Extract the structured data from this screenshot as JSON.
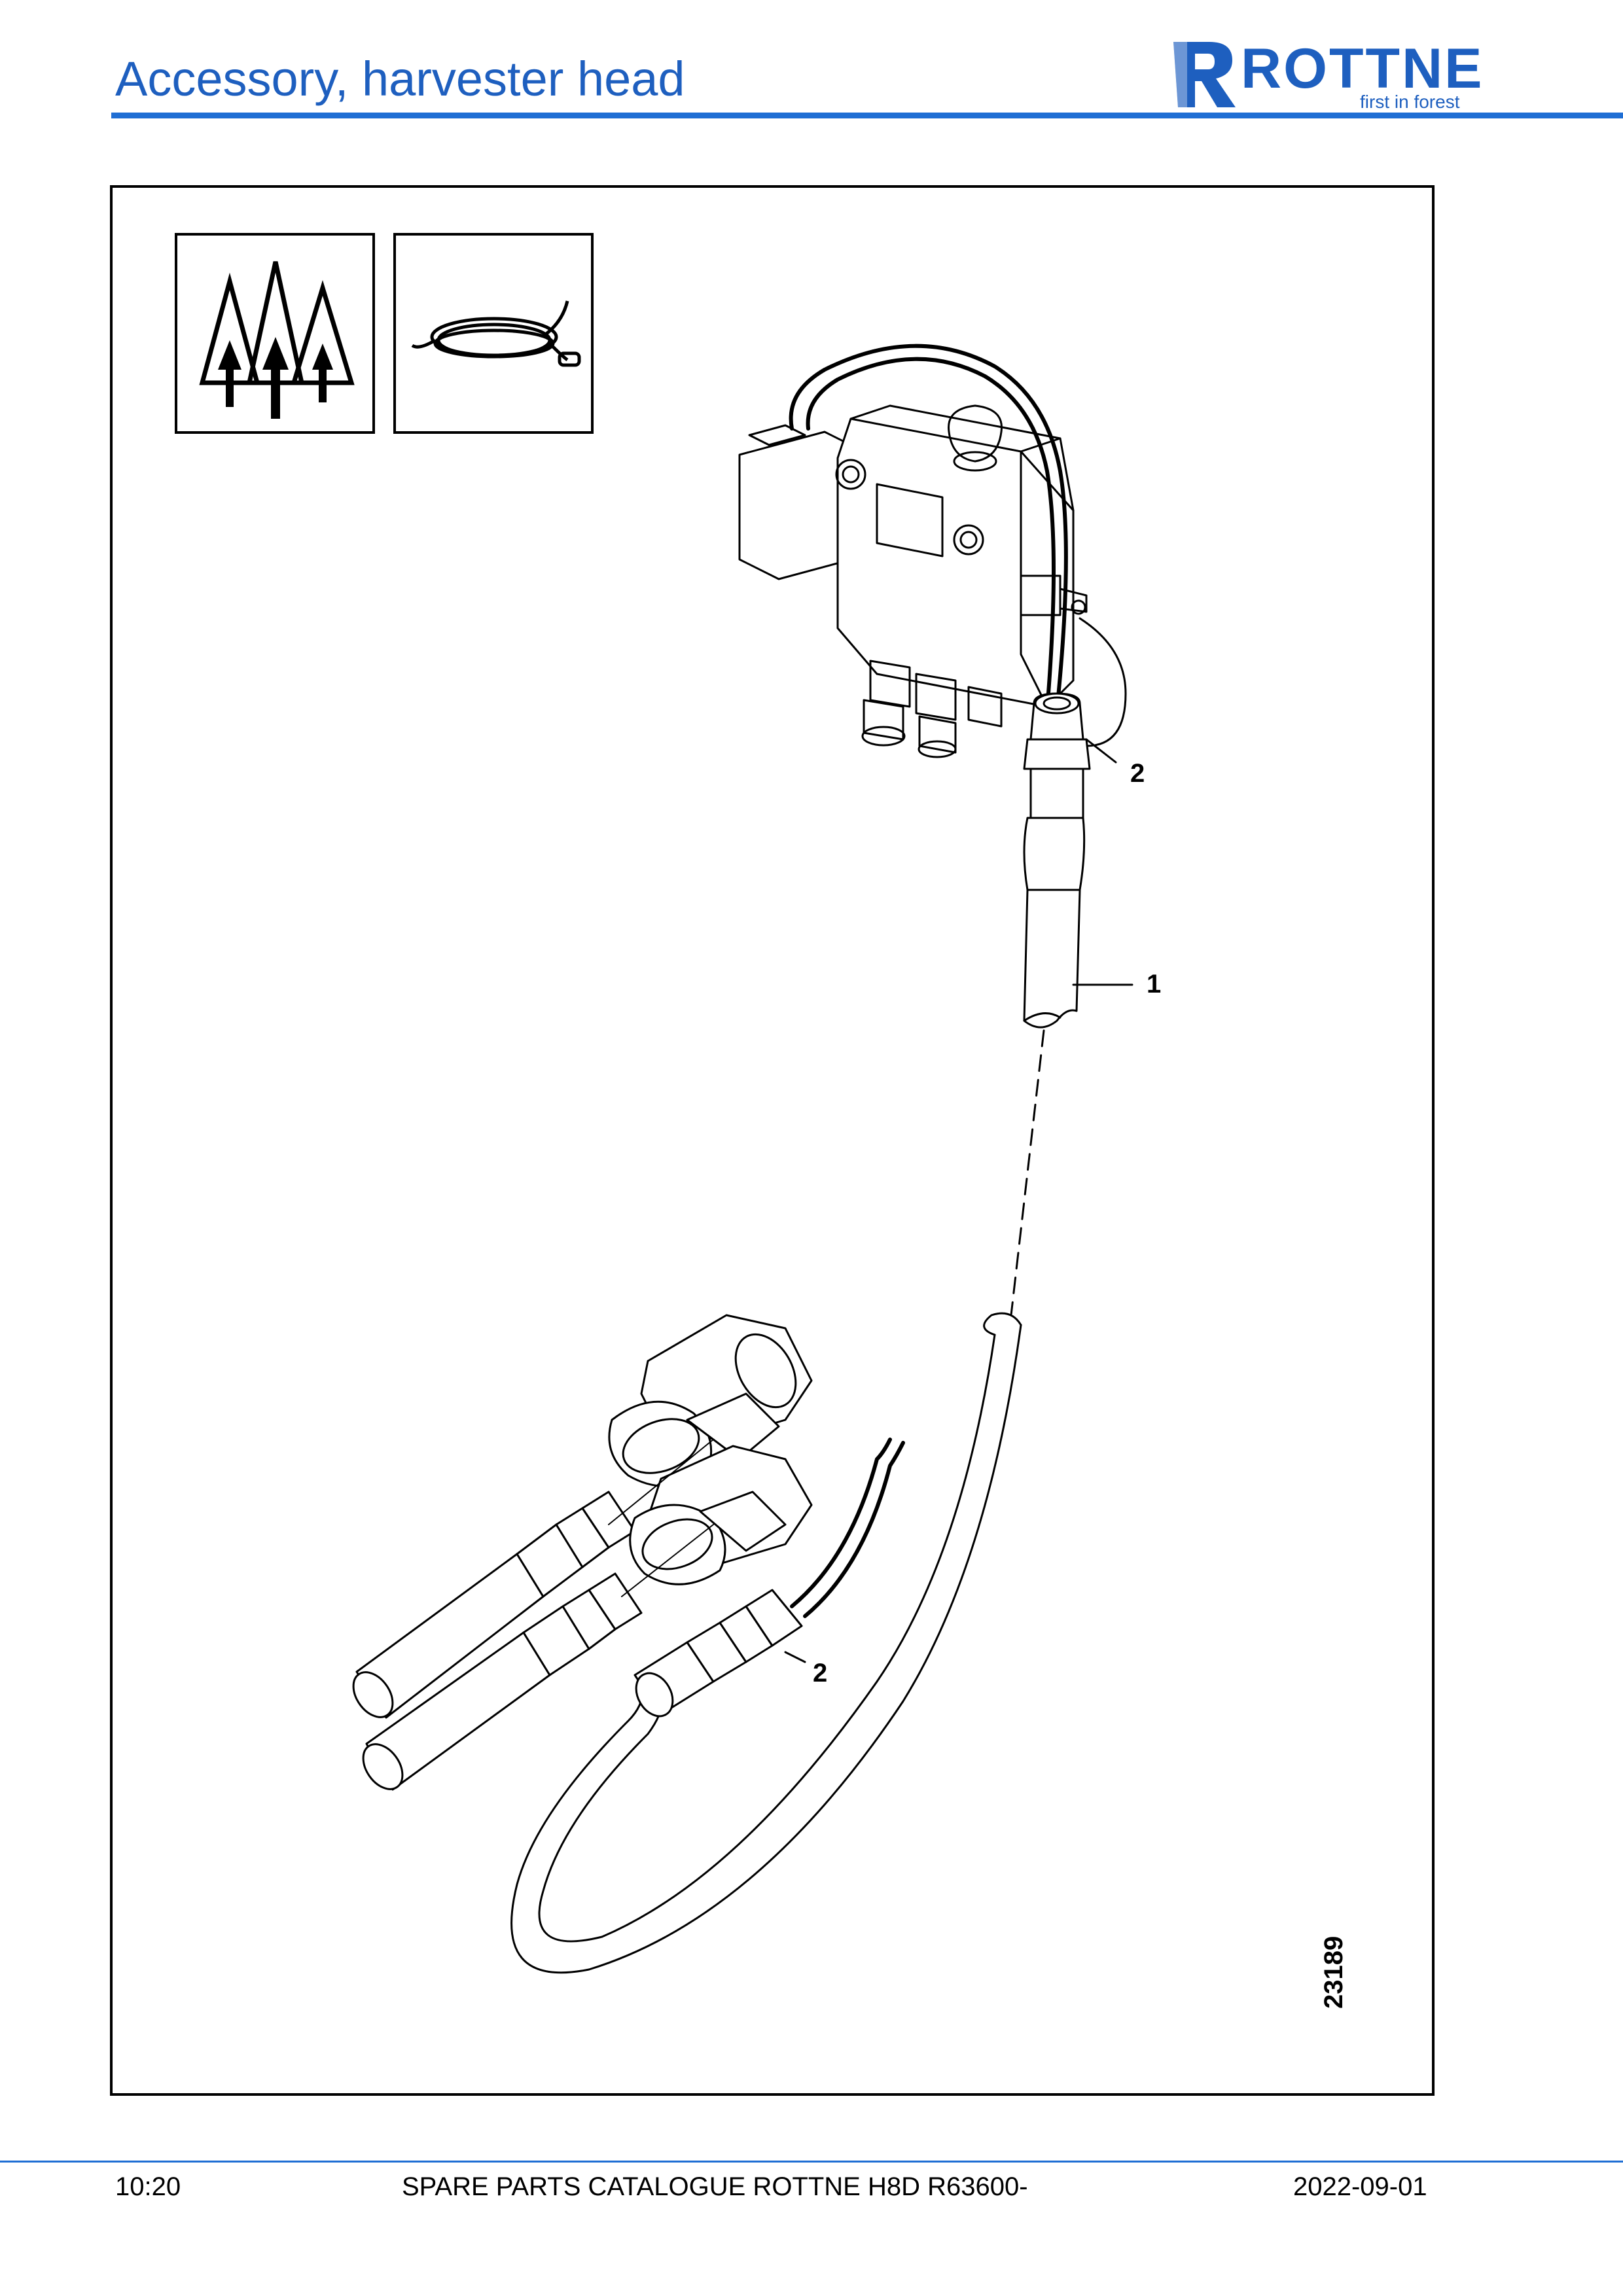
{
  "header": {
    "title": "Accessory, harvester head",
    "logo": {
      "wordmark": "ROTTNE",
      "tagline": "first in forest",
      "brand_color": "#1e5fbf"
    }
  },
  "icons": {
    "forest": "forest-trees-icon",
    "cable": "cable-coil-icon"
  },
  "figure": {
    "callouts": [
      "2",
      "1",
      "2"
    ],
    "drawing_number": "23189"
  },
  "footer": {
    "page": "10:20",
    "catalogue": "SPARE PARTS CATALOGUE ROTTNE H8D R63600-",
    "date": "2022-09-01"
  }
}
